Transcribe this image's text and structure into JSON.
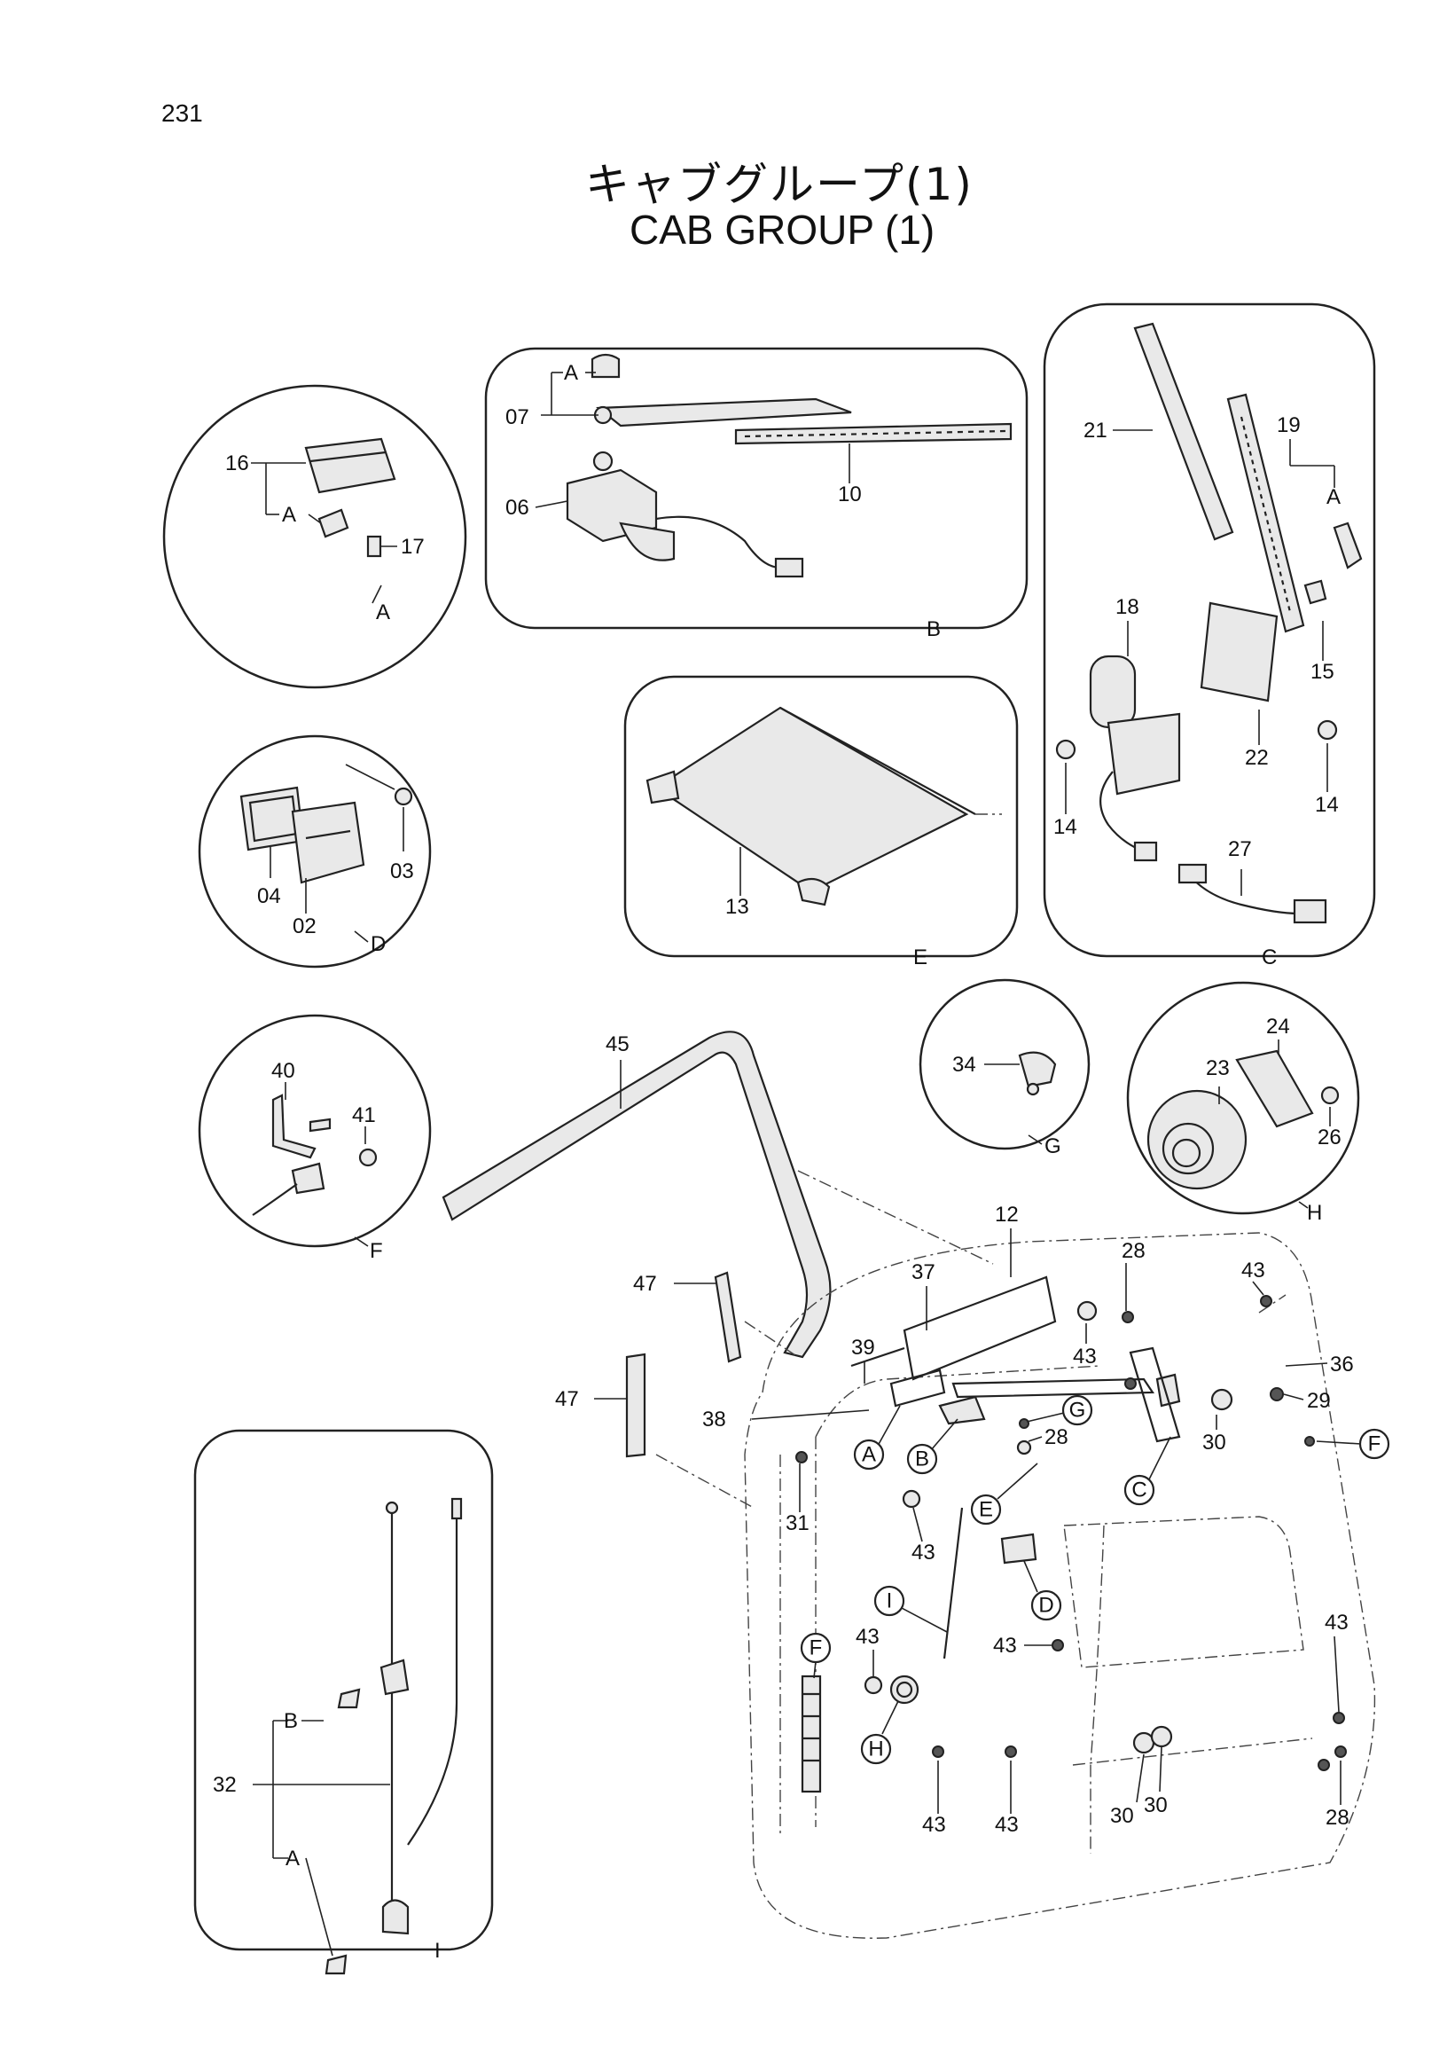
{
  "page_number": "231",
  "title": {
    "japanese": "キャブグループ(1)",
    "english": "CAB GROUP (1)"
  },
  "callouts": {
    "A": "A",
    "B": "B",
    "C": "C",
    "D": "D",
    "E": "E",
    "F": "F",
    "G": "G",
    "H": "H",
    "I": "I"
  },
  "parts": {
    "p02": "02",
    "p03": "03",
    "p04": "04",
    "p06": "06",
    "p07": "07",
    "p10": "10",
    "p12": "12",
    "p13": "13",
    "p14": "14",
    "p15": "15",
    "p16": "16",
    "p17": "17",
    "p18": "18",
    "p19": "19",
    "p21": "21",
    "p22": "22",
    "p23": "23",
    "p24": "24",
    "p26": "26",
    "p27": "27",
    "p28": "28",
    "p29": "29",
    "p30": "30",
    "p31": "31",
    "p32": "32",
    "p34": "34",
    "p36": "36",
    "p37": "37",
    "p38": "38",
    "p39": "39",
    "p40": "40",
    "p41": "41",
    "p43": "43",
    "p45": "45",
    "p47": "47"
  }
}
